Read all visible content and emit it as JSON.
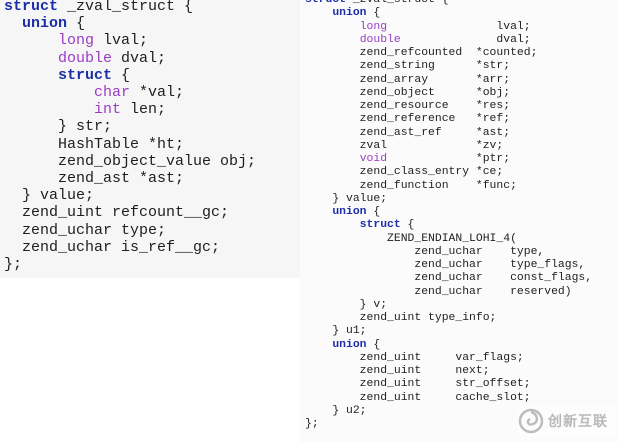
{
  "left_code": [
    [
      [
        "kw",
        "struct"
      ],
      [
        "t",
        " _zval_struct {"
      ]
    ],
    [
      [
        "t",
        "  "
      ],
      [
        "kw",
        "union"
      ],
      [
        "t",
        " {"
      ]
    ],
    [
      [
        "t",
        "      "
      ],
      [
        "ty",
        "long"
      ],
      [
        "t",
        " lval;"
      ]
    ],
    [
      [
        "t",
        "      "
      ],
      [
        "ty",
        "double"
      ],
      [
        "t",
        " dval;"
      ]
    ],
    [
      [
        "t",
        "      "
      ],
      [
        "kw",
        "struct"
      ],
      [
        "t",
        " {"
      ]
    ],
    [
      [
        "t",
        "          "
      ],
      [
        "ty",
        "char"
      ],
      [
        "t",
        " *val;"
      ]
    ],
    [
      [
        "t",
        "          "
      ],
      [
        "ty",
        "int"
      ],
      [
        "t",
        " len;"
      ]
    ],
    [
      [
        "t",
        "      } str;"
      ]
    ],
    [
      [
        "t",
        "      HashTable *ht;"
      ]
    ],
    [
      [
        "t",
        "      zend_object_value obj;"
      ]
    ],
    [
      [
        "t",
        "      zend_ast *ast;"
      ]
    ],
    [
      [
        "t",
        "  } value;"
      ]
    ],
    [
      [
        "t",
        "  zend_uint refcount__gc;"
      ]
    ],
    [
      [
        "t",
        "  zend_uchar type;"
      ]
    ],
    [
      [
        "t",
        "  zend_uchar is_ref__gc;"
      ]
    ],
    [
      [
        "t",
        "};"
      ]
    ]
  ],
  "right_code": [
    [
      [
        "kw",
        "struct"
      ],
      [
        "t",
        " _zval_struct {"
      ]
    ],
    [
      [
        "t",
        "    "
      ],
      [
        "kw",
        "union"
      ],
      [
        "t",
        " {"
      ]
    ],
    [
      [
        "t",
        "        "
      ],
      [
        "ty",
        "long"
      ],
      [
        "t",
        "                lval;"
      ]
    ],
    [
      [
        "t",
        "        "
      ],
      [
        "ty",
        "double"
      ],
      [
        "t",
        "              dval;"
      ]
    ],
    [
      [
        "t",
        "        zend_refcounted  *counted;"
      ]
    ],
    [
      [
        "t",
        "        zend_string      *str;"
      ]
    ],
    [
      [
        "t",
        "        zend_array       *arr;"
      ]
    ],
    [
      [
        "t",
        "        zend_object      *obj;"
      ]
    ],
    [
      [
        "t",
        "        zend_resource    *res;"
      ]
    ],
    [
      [
        "t",
        "        zend_reference   *ref;"
      ]
    ],
    [
      [
        "t",
        "        zend_ast_ref     *ast;"
      ]
    ],
    [
      [
        "t",
        "        zval             *zv;"
      ]
    ],
    [
      [
        "t",
        "        "
      ],
      [
        "ty",
        "void"
      ],
      [
        "t",
        "             *ptr;"
      ]
    ],
    [
      [
        "t",
        "        zend_class_entry *ce;"
      ]
    ],
    [
      [
        "t",
        "        zend_function    *func;"
      ]
    ],
    [
      [
        "t",
        "    } value;"
      ]
    ],
    [
      [
        "t",
        "    "
      ],
      [
        "kw",
        "union"
      ],
      [
        "t",
        " {"
      ]
    ],
    [
      [
        "t",
        "        "
      ],
      [
        "kw",
        "struct"
      ],
      [
        "t",
        " {"
      ]
    ],
    [
      [
        "t",
        "            ZEND_ENDIAN_LOHI_4("
      ]
    ],
    [
      [
        "t",
        "                zend_uchar    type,"
      ]
    ],
    [
      [
        "t",
        "                zend_uchar    type_flags,"
      ]
    ],
    [
      [
        "t",
        "                zend_uchar    const_flags,"
      ]
    ],
    [
      [
        "t",
        "                zend_uchar    reserved)"
      ]
    ],
    [
      [
        "t",
        "        } v;"
      ]
    ],
    [
      [
        "t",
        "        zend_uint type_info;"
      ]
    ],
    [
      [
        "t",
        "    } u1;"
      ]
    ],
    [
      [
        "t",
        "    "
      ],
      [
        "kw",
        "union"
      ],
      [
        "t",
        " {"
      ]
    ],
    [
      [
        "t",
        "        zend_uint     var_flags;"
      ]
    ],
    [
      [
        "t",
        "        zend_uint     next;"
      ]
    ],
    [
      [
        "t",
        "        zend_uint     str_offset;"
      ]
    ],
    [
      [
        "t",
        "        zend_uint     cache_slot;"
      ]
    ],
    [
      [
        "t",
        "    } u2;"
      ]
    ],
    [
      [
        "t",
        "};"
      ]
    ]
  ],
  "colors": {
    "keyword": "#1d2fa8",
    "type": "#9b3cc4",
    "text": "#1e1e1e"
  },
  "watermark": {
    "icon": "swirl-logo-icon",
    "text": "创新互联"
  }
}
